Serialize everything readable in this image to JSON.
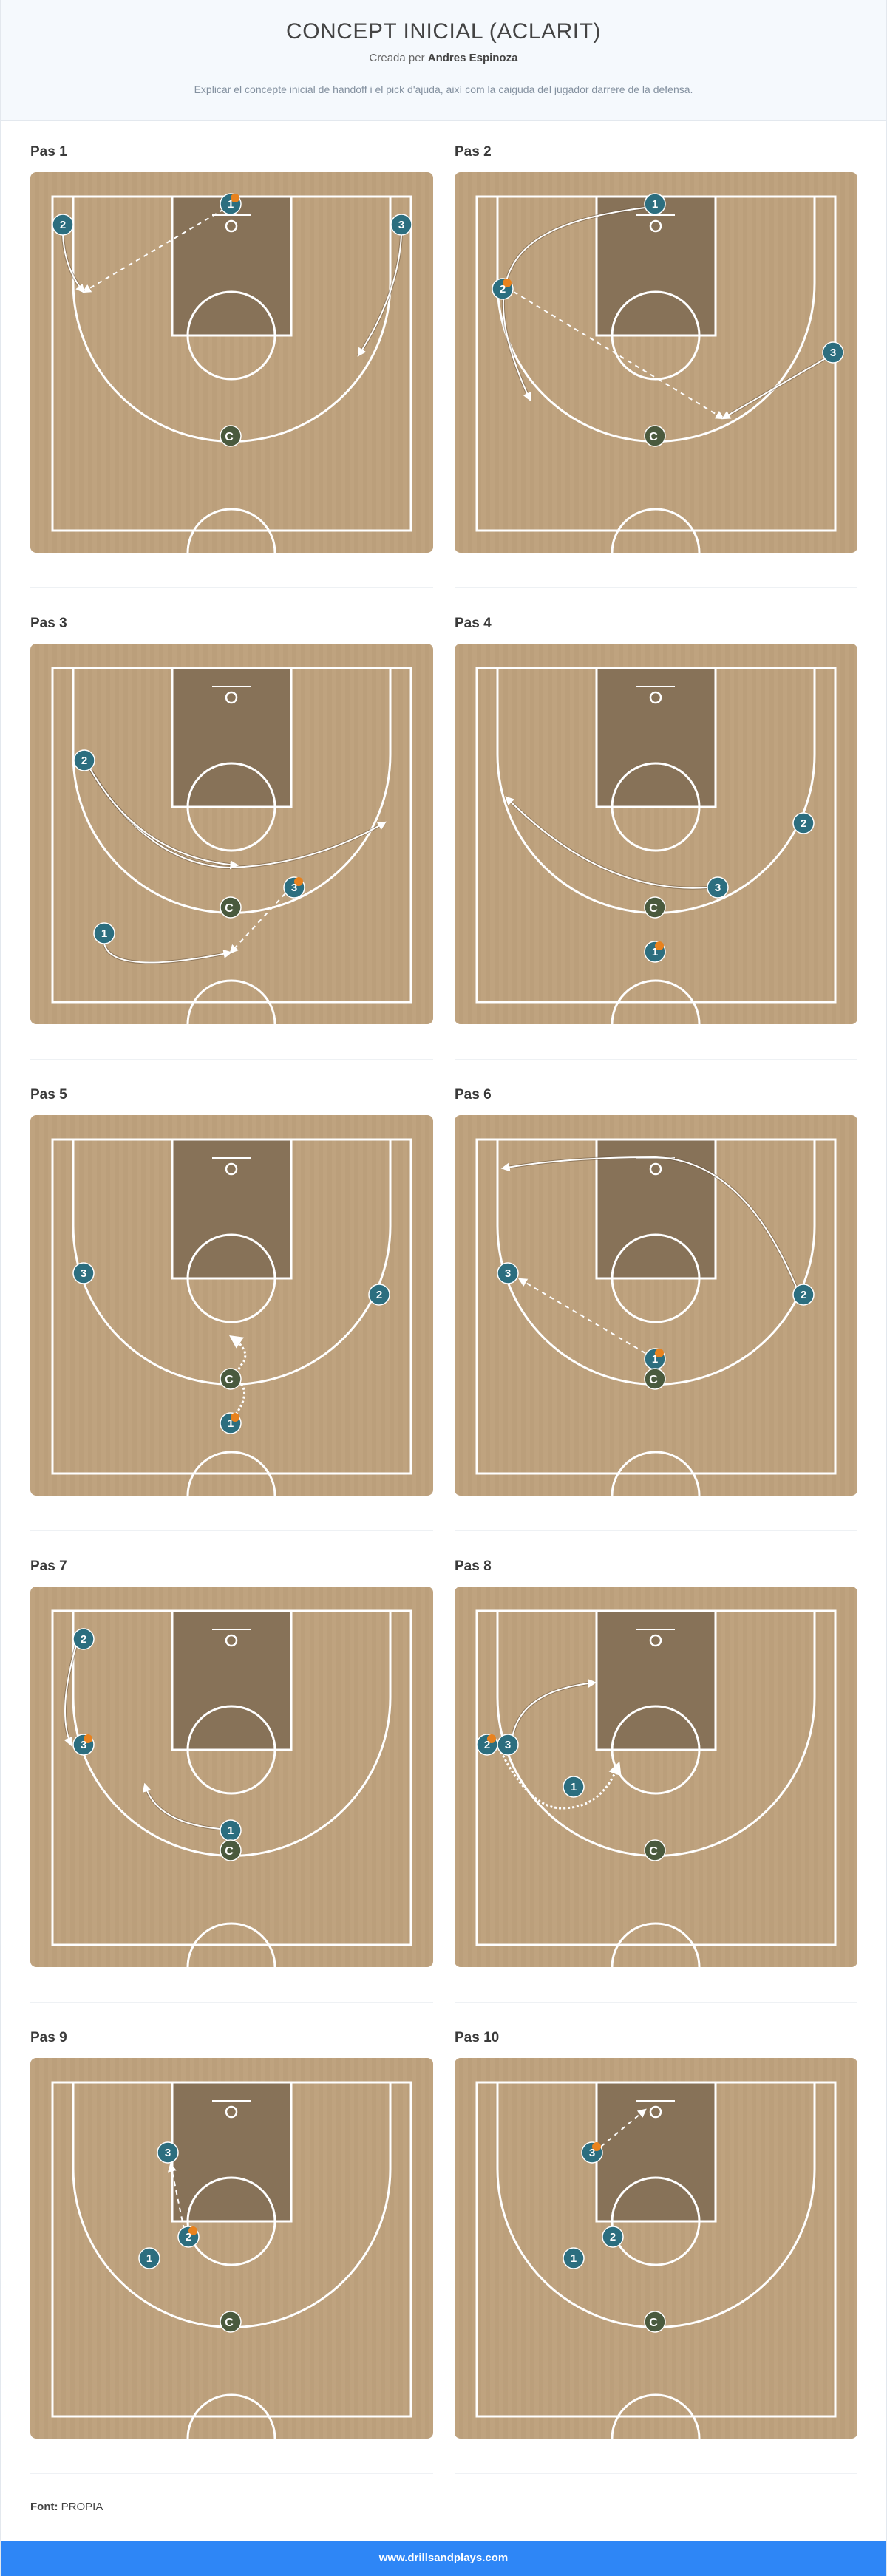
{
  "header": {
    "title": "CONCEPT INICIAL (ACLARIT)",
    "author_prefix": "Creada per",
    "author_name": "Andres Espinoza",
    "description": "Explicar el concepte inicial de handoff i el pick d'ajuda, així com la caiguda del jugador darrere de la defensa."
  },
  "steps": [
    {
      "title": "Pas 1",
      "players": [
        "1",
        "2",
        "3"
      ],
      "coach": "C"
    },
    {
      "title": "Pas 2",
      "players": [
        "1",
        "2",
        "3"
      ],
      "coach": "C"
    },
    {
      "title": "Pas 3",
      "players": [
        "1",
        "2",
        "3"
      ],
      "coach": "C"
    },
    {
      "title": "Pas 4",
      "players": [
        "1",
        "2",
        "3"
      ],
      "coach": "C"
    },
    {
      "title": "Pas 5",
      "players": [
        "1",
        "2",
        "3"
      ],
      "coach": "C"
    },
    {
      "title": "Pas 6",
      "players": [
        "1",
        "2",
        "3"
      ],
      "coach": "C"
    },
    {
      "title": "Pas 7",
      "players": [
        "1",
        "2",
        "3"
      ],
      "coach": "C"
    },
    {
      "title": "Pas 8",
      "players": [
        "1",
        "2",
        "3"
      ],
      "coach": "C"
    },
    {
      "title": "Pas 9",
      "players": [
        "1",
        "2",
        "3"
      ],
      "coach": "C"
    },
    {
      "title": "Pas 10",
      "players": [
        "1",
        "2",
        "3"
      ],
      "coach": "C"
    }
  ],
  "source": {
    "label": "Font:",
    "value": "PROPIA"
  },
  "footer": {
    "text": "www.drillsandplays.com"
  },
  "colors": {
    "court": "#bb9f7b",
    "paint": "#877258",
    "player": "#2c6e7f",
    "ball": "#e8821e",
    "coach": "#4a5a3e",
    "footer": "#2e86f6"
  }
}
